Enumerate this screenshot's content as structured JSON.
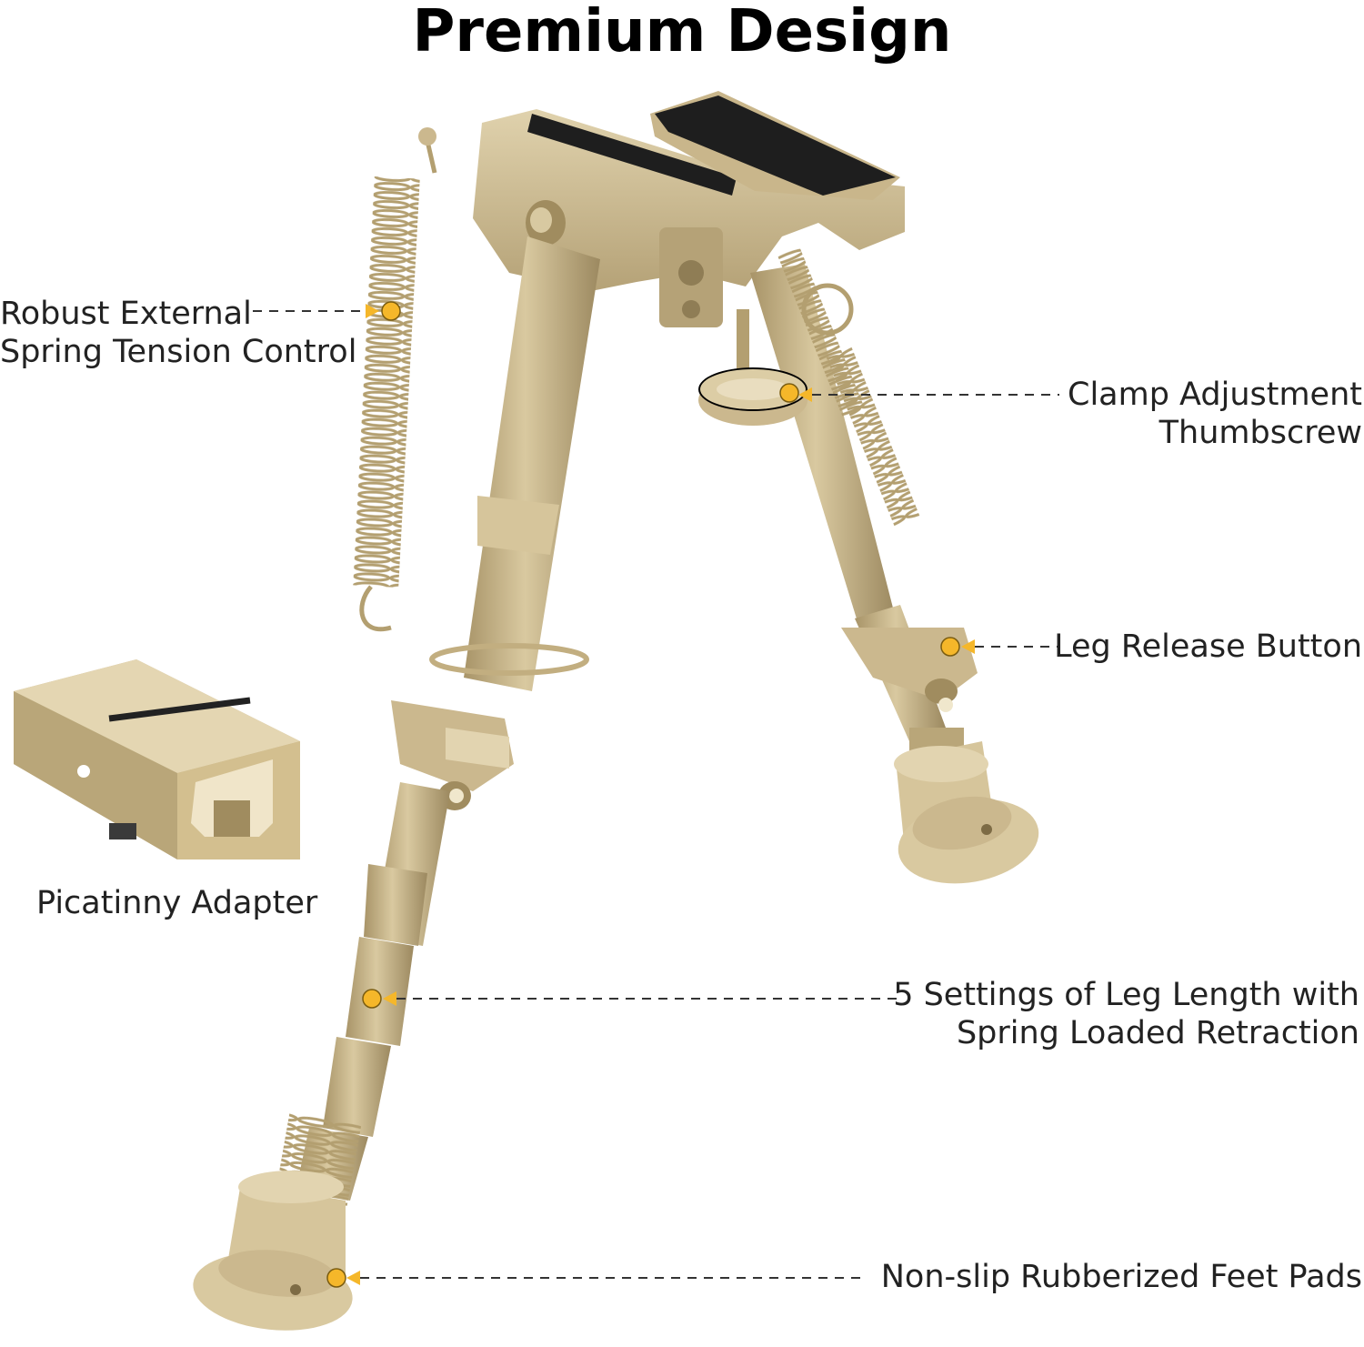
{
  "title": "Premium Design",
  "colors": {
    "tan": "#cbb88e",
    "tan_dark": "#a89468",
    "tan_light": "#e2d4b0",
    "marker": "#f5b72a",
    "black_rail": "#1e1e1e"
  },
  "callouts": [
    {
      "id": "spring",
      "lines": [
        "Robust External",
        "Spring Tension Control"
      ],
      "icon": "marker-dot-icon"
    },
    {
      "id": "clamp",
      "lines": [
        "Clamp Adjustment",
        "Thumbscrew"
      ],
      "icon": "marker-dot-icon"
    },
    {
      "id": "release",
      "lines": [
        "Leg Release Button"
      ],
      "icon": "marker-dot-icon"
    },
    {
      "id": "length",
      "lines": [
        "5 Settings of Leg Length with",
        "Spring Loaded Retraction"
      ],
      "icon": "marker-dot-icon"
    },
    {
      "id": "feet",
      "lines": [
        "Non-slip Rubberized Feet Pads"
      ],
      "icon": "marker-dot-icon"
    }
  ],
  "adapter_caption": "Picatinny Adapter"
}
